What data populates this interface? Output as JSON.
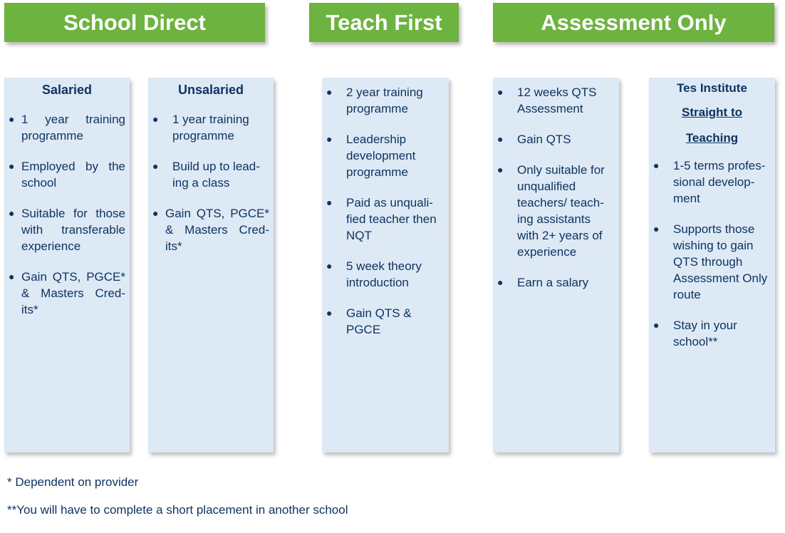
{
  "headers": {
    "school_direct": "School Direct",
    "teach_first": "Teach First",
    "assessment_only": "Assessment Only"
  },
  "columns": {
    "salaried": {
      "title": "Salaried",
      "items": [
        "1 year training programme",
        "Employed by the school",
        "Suitable for those with transferable experience",
        "Gain QTS, PGCE* & Masters Cred-its*"
      ]
    },
    "unsalaried": {
      "title": "Unsalaried",
      "items": [
        "1 year training programme",
        "Build up to lead-ing a class",
        "Gain QTS, PGCE* & Masters Cred-its*"
      ]
    },
    "teach_first": {
      "items": [
        "2 year training programme",
        "Leadership development programme",
        "Paid as unquali-fied teacher then NQT",
        "5 week theory introduction",
        "Gain QTS & PGCE"
      ]
    },
    "assessment": {
      "items": [
        "12 weeks QTS Assessment",
        "Gain QTS",
        "Only suitable for unqualified teachers/ teach-ing assistants with 2+ years of experience",
        "Earn a salary"
      ]
    },
    "tes": {
      "title": "Tes Institute",
      "link_line1": "Straight to",
      "link_line2": "Teaching",
      "items": [
        "1-5 terms profes-sional develop-ment",
        "Supports those wishing to gain QTS through Assessment Only route",
        "Stay in your school**"
      ]
    }
  },
  "footnotes": {
    "note1": "* Dependent on provider",
    "note2": "**You will have to complete a short placement in another school"
  },
  "colors": {
    "header_green": "#6db33f",
    "box_blue": "#dde9f5",
    "text_navy": "#0f3460"
  }
}
